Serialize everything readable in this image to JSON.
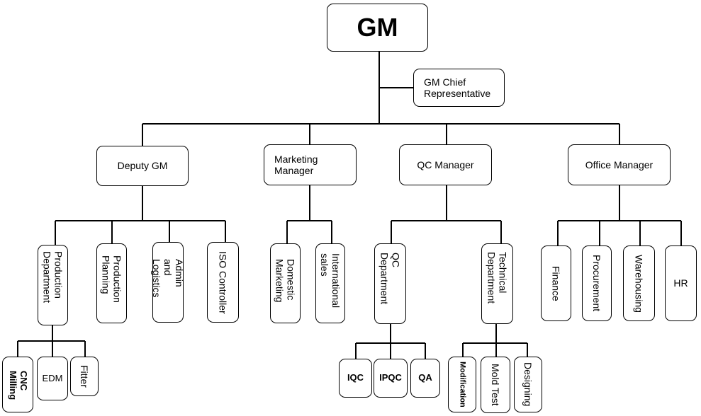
{
  "root": {
    "label": "GM"
  },
  "chief_rep": {
    "label": "GM Chief Representative"
  },
  "managers": [
    {
      "label": "Deputy GM"
    },
    {
      "label": "Marketing Manager"
    },
    {
      "label": "QC Manager"
    },
    {
      "label": "Office Manager"
    }
  ],
  "deputy_units": [
    {
      "label": "Production Department"
    },
    {
      "label": "Production Planning"
    },
    {
      "label": "Admin and Logistics"
    },
    {
      "label": "ISO Controller"
    }
  ],
  "production_units": [
    {
      "label": "CNC Milling"
    },
    {
      "label": "EDM"
    },
    {
      "label": "Fitter"
    }
  ],
  "marketing_units": [
    {
      "label": "Domestic Marketing"
    },
    {
      "label": "International sales"
    }
  ],
  "qc_units": [
    {
      "label": "QC Department"
    },
    {
      "label": "Technical Department"
    }
  ],
  "qc_dept_units": [
    {
      "label": "IQC"
    },
    {
      "label": "IPQC"
    },
    {
      "label": "QA"
    }
  ],
  "technical_units": [
    {
      "label": "Modification"
    },
    {
      "label": "Mold Test"
    },
    {
      "label": "Designing"
    }
  ],
  "office_units": [
    {
      "label": "Finance"
    },
    {
      "label": "Procurement"
    },
    {
      "label": "Warehousing"
    },
    {
      "label": "HR"
    }
  ]
}
